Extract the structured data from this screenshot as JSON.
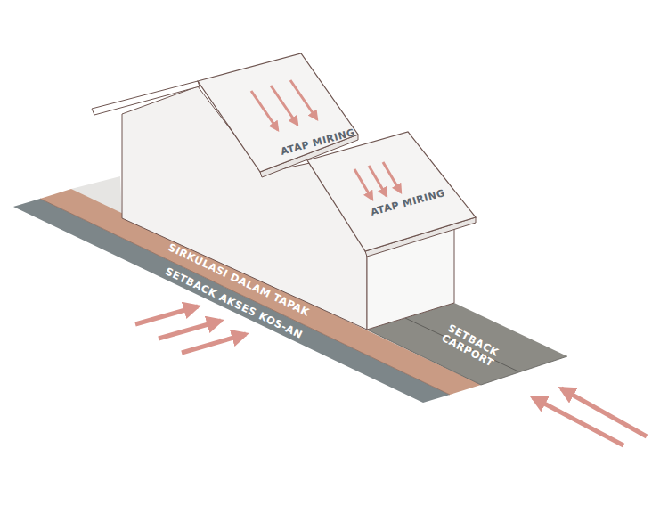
{
  "diagram": {
    "nodes": [
      {
        "text": [
          "ATAP MIRING"
        ]
      },
      {
        "text": [
          "ATAP MIRING"
        ]
      },
      {
        "text": [
          "SIRKULASI DALAM TAPAK"
        ]
      },
      {
        "text": [
          "SETBACK AKSES KOS-AN"
        ]
      },
      {
        "text": [
          "SETBACK CARPORT"
        ]
      }
    ]
  }
}
